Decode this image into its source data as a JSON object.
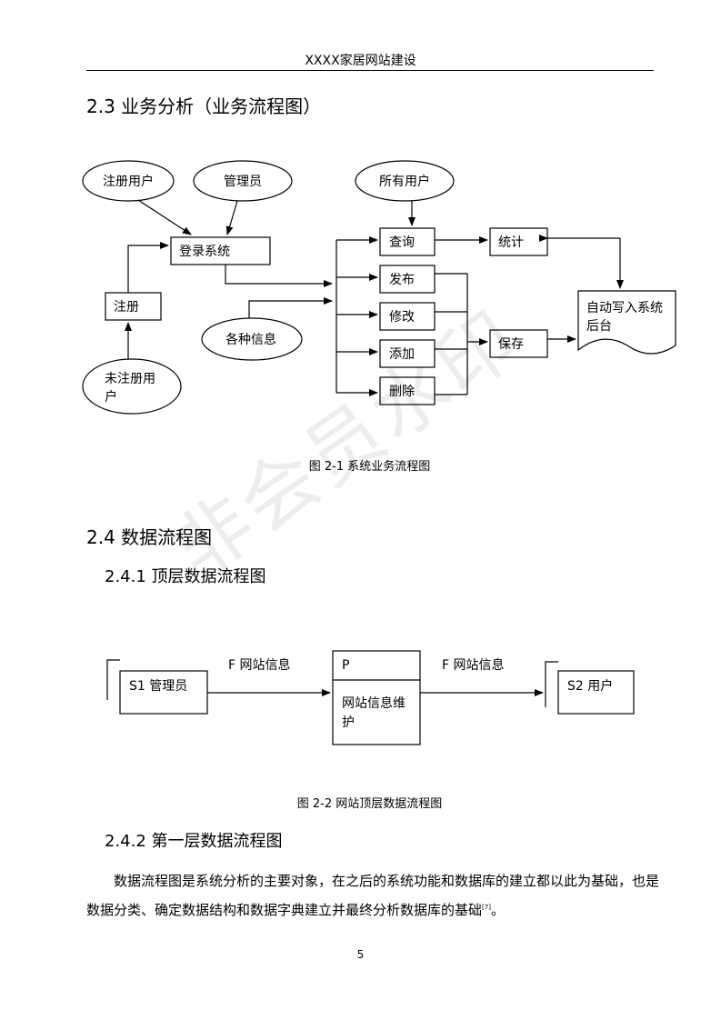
{
  "header": {
    "title": "XXXX家居网站建设"
  },
  "watermark": "非会员水印",
  "sections": {
    "s2_3": "2.3 业务分析（业务流程图）",
    "s2_4": "2.4 数据流程图",
    "s2_4_1": "2.4.1 顶层数据流程图",
    "s2_4_2": "2.4.2 第一层数据流程图"
  },
  "figure1": {
    "caption": "图 2-1 系统业务流程图",
    "ellipses": {
      "registered_user": "注册用户",
      "admin": "管理员",
      "all_users": "所有用户",
      "various_info": "各种信息",
      "unregistered_line1": "未注册用",
      "unregistered_line2": "户"
    },
    "boxes": {
      "login": "登录系统",
      "register": "注册",
      "query": "查询",
      "publish": "发布",
      "modify": "修改",
      "add": "添加",
      "delete": "删除",
      "stats": "统计",
      "save": "保存"
    },
    "document": {
      "line1": "自动写入系统",
      "line2": "后台"
    }
  },
  "figure2": {
    "caption": "图 2-2 网站顶层数据流程图",
    "source": "S1 管理员",
    "sink": "S2 用户",
    "process_id": "P",
    "process_line1": "网站信息维",
    "process_line2": "护",
    "flow_in": "F 网站信息",
    "flow_out": "F 网站信息"
  },
  "paragraph": {
    "text": "数据流程图是系统分析的主要对象，在之后的系统功能和数据库的建立都以此为基础，也是数据分类、确定数据结构和数据字典建立并最终分析数据库的基础",
    "citation": "[7]",
    "end": "。"
  },
  "footer": {
    "page_number": "5"
  }
}
